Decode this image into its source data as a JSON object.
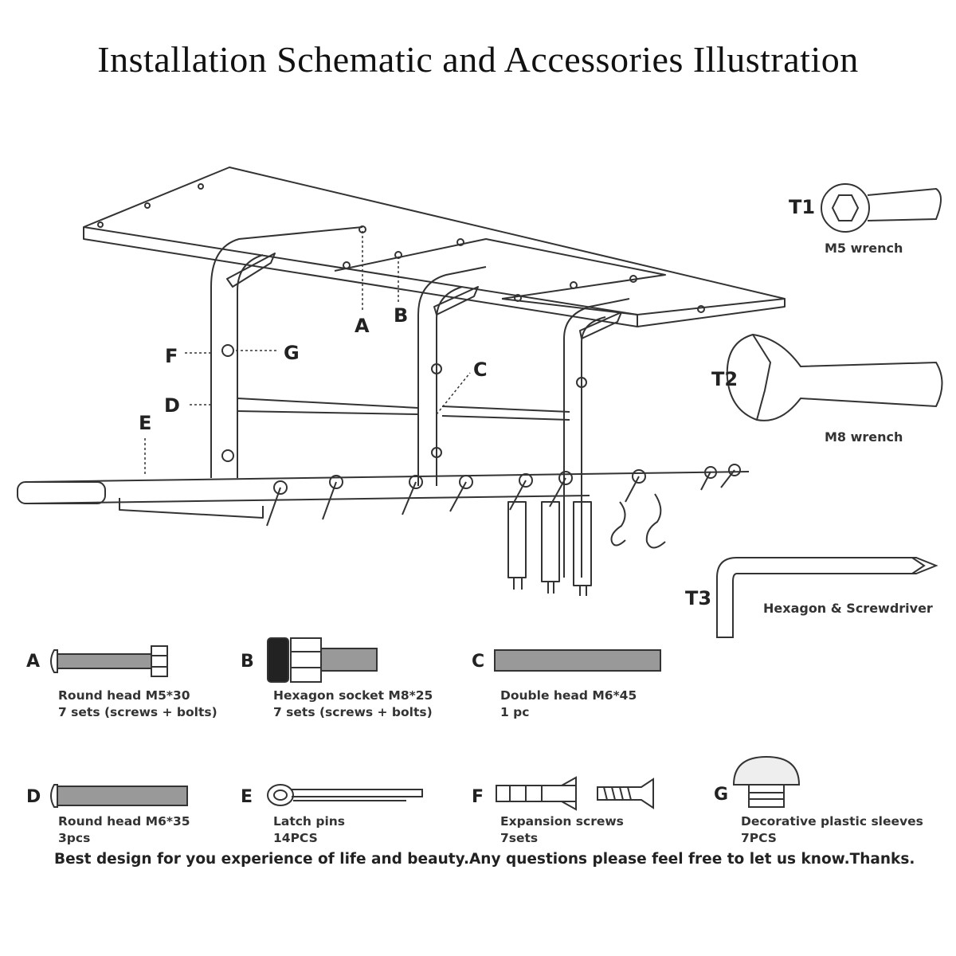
{
  "title": "Installation Schematic and Accessories Illustration",
  "diagram_labels": {
    "A": "A",
    "B": "B",
    "C": "C",
    "D": "D",
    "E": "E",
    "F": "F",
    "G": "G"
  },
  "tools": [
    {
      "code": "T1",
      "name": "M5 wrench"
    },
    {
      "code": "T2",
      "name": "M8 wrench"
    },
    {
      "code": "T3",
      "name": "Hexagon & Screwdriver"
    }
  ],
  "accessories": [
    {
      "letter": "A",
      "name": "Round head M5*30",
      "qty": "7 sets (screws + bolts)"
    },
    {
      "letter": "B",
      "name": "Hexagon socket M8*25",
      "qty": "7 sets (screws + bolts)"
    },
    {
      "letter": "C",
      "name": "Double head M6*45",
      "qty": "1 pc"
    },
    {
      "letter": "D",
      "name": "Round head M6*35",
      "qty": "3pcs"
    },
    {
      "letter": "E",
      "name": "Latch pins",
      "qty": "14PCS"
    },
    {
      "letter": "F",
      "name": "Expansion screws",
      "qty": "7sets"
    },
    {
      "letter": "G",
      "name": "Decorative plastic sleeves",
      "qty": "7PCS"
    }
  ],
  "footer": "Best design for you experience of life and beauty.Any questions please feel free to let us know.Thanks."
}
